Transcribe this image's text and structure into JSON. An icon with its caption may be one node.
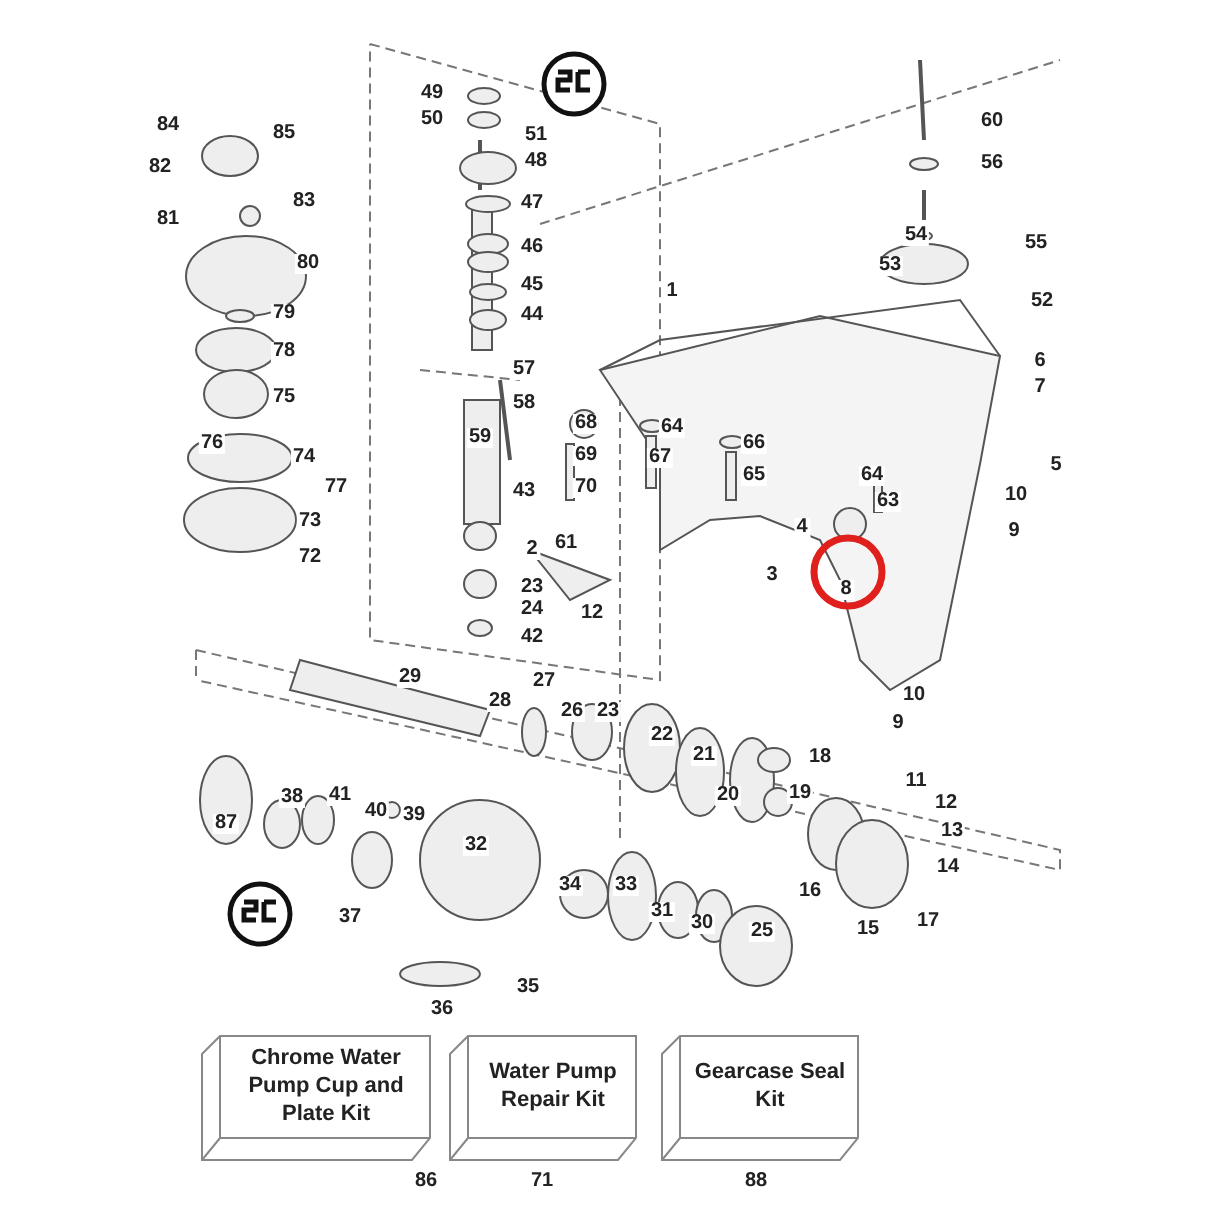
{
  "diagram": {
    "nodes": [
      {
        "text": [
          "Chrome Water Pump Cup and Plate Kit"
        ],
        "beside": [
          "86"
        ]
      },
      {
        "text": [
          "Water Pump Repair Kit"
        ],
        "beside": [
          "71"
        ]
      },
      {
        "text": [
          "Gearcase Seal Kit"
        ],
        "beside": [
          "88"
        ]
      }
    ],
    "labels": [
      "49",
      "50",
      "51",
      "84",
      "85",
      "48",
      "82",
      "83",
      "60",
      "81",
      "47",
      "56",
      "80",
      "46",
      "54",
      "55",
      "45",
      "53",
      "44",
      "79",
      "52",
      "1",
      "78",
      "57",
      "6",
      "7",
      "75",
      "58",
      "59",
      "76",
      "74",
      "68",
      "64",
      "66",
      "77",
      "69",
      "67",
      "65",
      "43",
      "5",
      "64",
      "63",
      "10",
      "70",
      "73",
      "9",
      "2",
      "72",
      "4",
      "61",
      "3",
      "8",
      "23",
      "24",
      "12",
      "42",
      "29",
      "27",
      "10",
      "28",
      "26",
      "23",
      "9",
      "22",
      "21",
      "18",
      "41",
      "38",
      "11",
      "40",
      "19",
      "39",
      "20",
      "12",
      "87",
      "32",
      "13",
      "14",
      "34",
      "33",
      "16",
      "31",
      "30",
      "37",
      "15",
      "17",
      "25",
      "35",
      "36"
    ]
  }
}
